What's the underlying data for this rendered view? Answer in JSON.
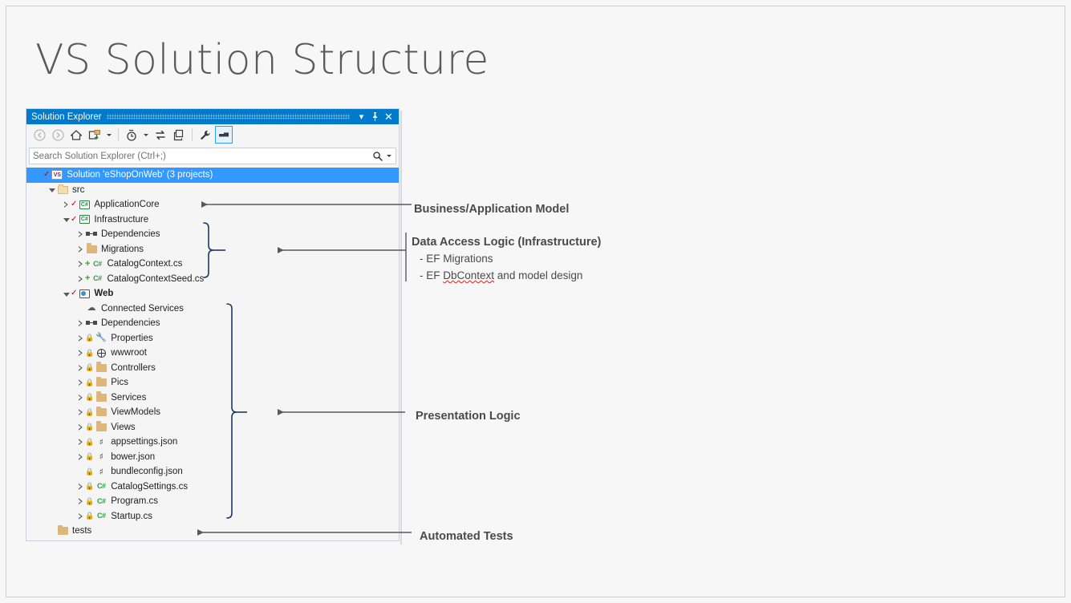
{
  "slide": {
    "title": "VS Solution Structure"
  },
  "solution_explorer": {
    "window_title": "Solution Explorer",
    "titlebar_buttons": [
      {
        "name": "dropdown",
        "glyph": "▾"
      },
      {
        "name": "pin",
        "glyph": "⏐"
      },
      {
        "name": "close",
        "glyph": "✕"
      }
    ],
    "toolbar": [
      {
        "name": "back-icon",
        "glyph": "←",
        "state": "disabled"
      },
      {
        "name": "forward-icon",
        "glyph": "→",
        "state": "disabled"
      },
      {
        "name": "home-icon",
        "glyph": "⌂",
        "state": "enabled"
      },
      {
        "name": "sync-with-active-document-icon",
        "glyph": "⧉",
        "state": "enabled"
      },
      {
        "name": "sync-dropdown-caret",
        "glyph": "▾",
        "state": "enabled"
      },
      {
        "name": "pending-changes-filter-icon",
        "glyph": "◴",
        "state": "enabled"
      },
      {
        "name": "filter-dropdown-caret",
        "glyph": "▾",
        "state": "enabled"
      },
      {
        "name": "refresh-icon",
        "glyph": "⇆",
        "state": "enabled"
      },
      {
        "name": "collapse-all-icon",
        "glyph": "❐",
        "state": "enabled"
      },
      {
        "name": "properties-icon",
        "glyph": "🔧",
        "state": "enabled"
      },
      {
        "name": "show-all-files-icon",
        "glyph": "▬",
        "state": "active"
      }
    ],
    "search": {
      "placeholder": "Search Solution Explorer (Ctrl+;)",
      "value": ""
    },
    "tree": [
      {
        "depth": 0,
        "label": "Solution 'eShopOnWeb' (3 projects)",
        "icon": "solution-icon",
        "expander": "none",
        "selected": true,
        "check": true,
        "bold": false
      },
      {
        "depth": 1,
        "label": "src",
        "icon": "folder-open-icon",
        "expander": "open",
        "selected": false,
        "check": false,
        "bold": false
      },
      {
        "depth": 2,
        "label": "ApplicationCore",
        "icon": "csharp-project-icon",
        "expander": "closed",
        "selected": false,
        "check": true,
        "bold": false
      },
      {
        "depth": 2,
        "label": "Infrastructure",
        "icon": "csharp-project-icon",
        "expander": "open",
        "selected": false,
        "check": true,
        "bold": false
      },
      {
        "depth": 3,
        "label": "Dependencies",
        "icon": "dependencies-icon",
        "expander": "closed",
        "selected": false,
        "check": false,
        "bold": false
      },
      {
        "depth": 3,
        "label": "Migrations",
        "icon": "folder-icon",
        "expander": "closed",
        "selected": false,
        "check": false,
        "bold": false
      },
      {
        "depth": 3,
        "label": "CatalogContext.cs",
        "icon": "csharp-file-icon",
        "expander": "closed",
        "selected": false,
        "plus": true,
        "bold": false
      },
      {
        "depth": 3,
        "label": "CatalogContextSeed.cs",
        "icon": "csharp-file-icon",
        "expander": "closed",
        "selected": false,
        "plus": true,
        "bold": false
      },
      {
        "depth": 2,
        "label": "Web",
        "icon": "web-project-icon",
        "expander": "open",
        "selected": false,
        "check": true,
        "bold": true
      },
      {
        "depth": 3,
        "label": "Connected Services",
        "icon": "connected-services-icon",
        "expander": "none",
        "selected": false,
        "bold": false
      },
      {
        "depth": 3,
        "label": "Dependencies",
        "icon": "dependencies-icon",
        "expander": "closed",
        "selected": false,
        "bold": false
      },
      {
        "depth": 3,
        "label": "Properties",
        "icon": "properties-wrench-icon",
        "expander": "closed",
        "selected": false,
        "lock": true,
        "bold": false
      },
      {
        "depth": 3,
        "label": "wwwroot",
        "icon": "globe-icon",
        "expander": "closed",
        "selected": false,
        "lock": true,
        "bold": false
      },
      {
        "depth": 3,
        "label": "Controllers",
        "icon": "folder-icon",
        "expander": "closed",
        "selected": false,
        "lock": true,
        "bold": false
      },
      {
        "depth": 3,
        "label": "Pics",
        "icon": "folder-icon",
        "expander": "closed",
        "selected": false,
        "lock": true,
        "bold": false
      },
      {
        "depth": 3,
        "label": "Services",
        "icon": "folder-icon",
        "expander": "closed",
        "selected": false,
        "lock": true,
        "bold": false
      },
      {
        "depth": 3,
        "label": "ViewModels",
        "icon": "folder-icon",
        "expander": "closed",
        "selected": false,
        "lock": true,
        "bold": false
      },
      {
        "depth": 3,
        "label": "Views",
        "icon": "folder-icon",
        "expander": "closed",
        "selected": false,
        "lock": true,
        "bold": false
      },
      {
        "depth": 3,
        "label": "appsettings.json",
        "icon": "json-file-icon",
        "expander": "closed",
        "selected": false,
        "lock": true,
        "bold": false
      },
      {
        "depth": 3,
        "label": "bower.json",
        "icon": "json-file-icon",
        "expander": "closed",
        "selected": false,
        "lock": true,
        "bold": false
      },
      {
        "depth": 3,
        "label": "bundleconfig.json",
        "icon": "json-file-icon",
        "expander": "none",
        "selected": false,
        "lock": true,
        "bold": false
      },
      {
        "depth": 3,
        "label": "CatalogSettings.cs",
        "icon": "csharp-file-icon",
        "expander": "closed",
        "selected": false,
        "lock": true,
        "bold": false
      },
      {
        "depth": 3,
        "label": "Program.cs",
        "icon": "csharp-file-icon",
        "expander": "closed",
        "selected": false,
        "lock": true,
        "bold": false
      },
      {
        "depth": 3,
        "label": "Startup.cs",
        "icon": "csharp-file-icon",
        "expander": "closed",
        "selected": false,
        "lock": true,
        "bold": false
      },
      {
        "depth": 1,
        "label": "tests",
        "icon": "folder-icon",
        "expander": "none",
        "selected": false,
        "bold": false
      }
    ]
  },
  "annotations": [
    {
      "id": "business-application-model",
      "title": "Business/Application Model",
      "details": []
    },
    {
      "id": "data-access-logic",
      "title": "Data Access Logic (Infrastructure)",
      "details": [
        {
          "prefix": "-  EF Migrations",
          "misspelled": "",
          "suffix": ""
        },
        {
          "prefix": "-  EF ",
          "misspelled": "DbContext",
          "suffix": " and model design"
        }
      ]
    },
    {
      "id": "presentation-logic",
      "title": "Presentation Logic",
      "details": []
    },
    {
      "id": "automated-tests",
      "title": "Automated Tests",
      "details": []
    }
  ],
  "colors": {
    "accent_blue": "#007acc",
    "selection_blue": "#3399ff",
    "bracket_blue": "#1f3864",
    "arrow_grey": "#595959",
    "folder_tan": "#dcb67a",
    "csharp_green": "#2e9e46",
    "check_red": "#c00000",
    "background": "#f7f7f7"
  }
}
